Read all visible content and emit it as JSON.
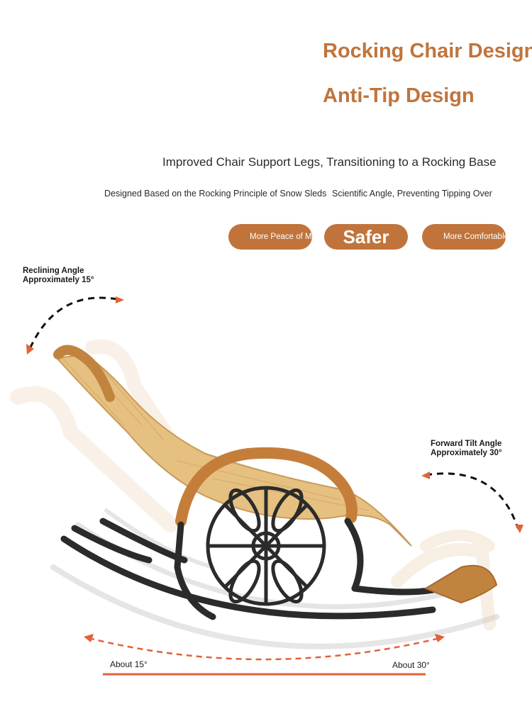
{
  "titles": {
    "line1": "Rocking Chair Design",
    "line2": "Anti-Tip Design"
  },
  "subtitle": "Improved Chair Support Legs, Transitioning to a Rocking Base",
  "descriptions": {
    "left": "Designed Based on the Rocking Principle of Snow Sleds",
    "right": "Scientific Angle, Preventing Tipping Over"
  },
  "pills": [
    {
      "label": "More Peace of Mind"
    },
    {
      "label": "Safer"
    },
    {
      "label": "More Comfortable"
    }
  ],
  "annotations": {
    "recline_line1": "Reclining Angle",
    "recline_line2": "Approximately 15°",
    "forward_line1": "Forward Tilt Angle",
    "forward_line2": "Approximately 30°",
    "about_15": "About 15°",
    "about_30": "About 30°"
  },
  "colors": {
    "accent": "#c0743b",
    "frame": "#2b2b2b",
    "arrow_red": "#e0623a"
  }
}
